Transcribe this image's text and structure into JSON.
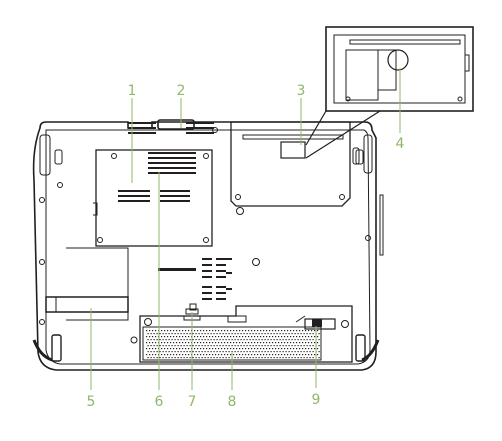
{
  "callouts": [
    {
      "id": "1",
      "label": "1"
    },
    {
      "id": "2",
      "label": "2"
    },
    {
      "id": "3",
      "label": "3"
    },
    {
      "id": "4",
      "label": "4"
    },
    {
      "id": "5",
      "label": "5"
    },
    {
      "id": "6",
      "label": "6"
    },
    {
      "id": "7",
      "label": "7"
    },
    {
      "id": "8",
      "label": "8"
    },
    {
      "id": "9",
      "label": "9"
    }
  ],
  "colors": {
    "callout": "#8fb86a",
    "outline": "#231f20",
    "background": "#ffffff"
  }
}
